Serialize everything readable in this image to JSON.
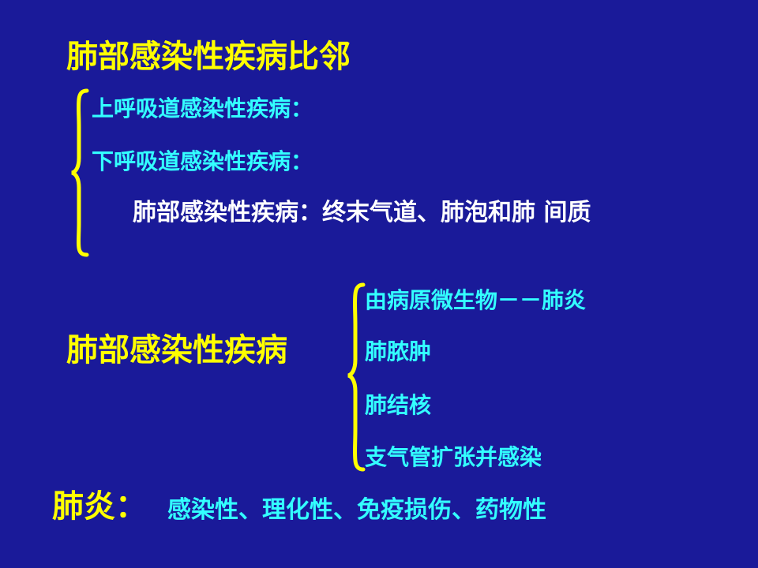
{
  "slide": {
    "title": "肺部感染性疾病比邻",
    "upper_tract": "上呼吸道感染性疾病：",
    "lower_tract": "下呼吸道感染性疾病：",
    "lung_definition": "肺部感染性疾病：终末气道、肺泡和肺 间质",
    "subheading": "肺部感染性疾病",
    "causes": [
      "由病原微生物－－肺炎",
      "肺脓肿",
      "肺结核",
      "支气管扩张并感染"
    ],
    "pneumonia_label": "肺炎：",
    "pneumonia_types": "感染性、理化性、免疫损伤、药物性"
  },
  "colors": {
    "background": "#1a1a99",
    "yellow": "#ffff00",
    "cyan": "#33ffff",
    "white": "#ffffff"
  }
}
